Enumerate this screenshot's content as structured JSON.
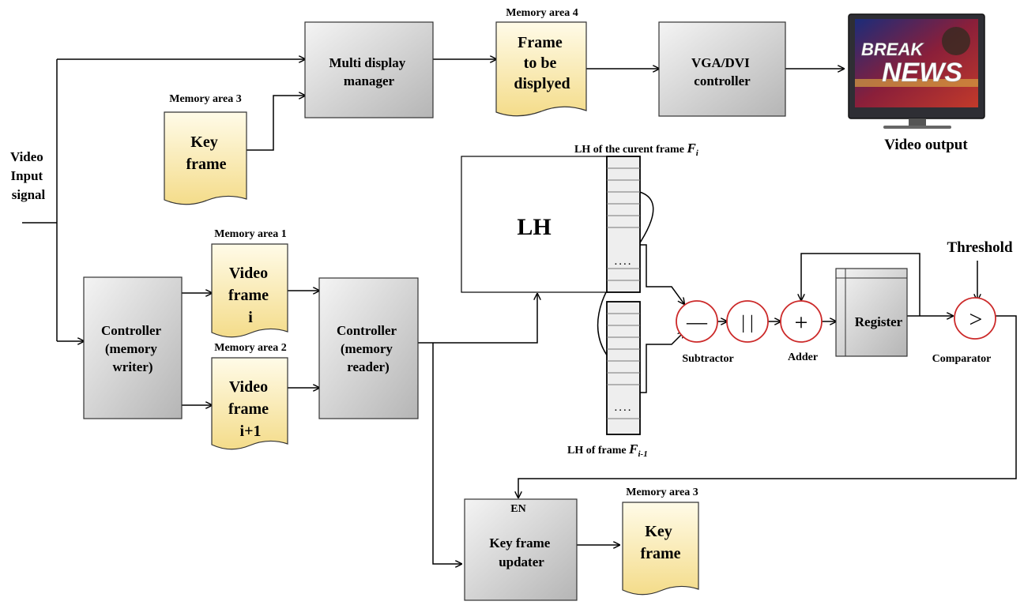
{
  "input": {
    "line1": "Video",
    "line2": "Input",
    "line3": "signal"
  },
  "blocks": {
    "multi_display": {
      "line1": "Multi display",
      "line2": "manager"
    },
    "vga": {
      "line1": "VGA/DVI",
      "line2": "controller"
    },
    "mem_writer": {
      "line1": "Controller",
      "line2": "(memory",
      "line3": "writer)"
    },
    "mem_reader": {
      "line1": "Controller",
      "line2": "(memory",
      "line3": "reader)"
    },
    "lh": {
      "label": "LH"
    },
    "register": {
      "label": "Register"
    },
    "key_updater": {
      "en": "EN",
      "line1": "Key frame",
      "line2": "updater"
    }
  },
  "memory": {
    "area4": {
      "caption": "Memory area 4",
      "line1": "Frame",
      "line2": "to be",
      "line3": "displyed"
    },
    "area3_top": {
      "caption": "Memory area 3",
      "line1": "Key",
      "line2": "frame"
    },
    "area1": {
      "caption": "Memory area 1",
      "line1": "Video",
      "line2": "frame",
      "line3": "i"
    },
    "area2": {
      "caption": "Memory area 2",
      "line1": "Video",
      "line2": "frame",
      "line3": "i+1"
    },
    "area3_bottom": {
      "caption": "Memory area 3",
      "line1": "Key",
      "line2": "frame"
    }
  },
  "histograms": {
    "current": {
      "caption": "LH of  the curent frame ",
      "var": "F",
      "sub": "i",
      "dots": "...."
    },
    "previous": {
      "caption": "LH of  frame ",
      "var": "F",
      "sub": "i-1",
      "dots": "...."
    }
  },
  "operators": {
    "subtractor": {
      "symbol": "—",
      "label": "Subtractor"
    },
    "abs": {
      "symbol": "| |"
    },
    "adder": {
      "symbol": "+",
      "label": "Adder"
    },
    "comparator": {
      "symbol": ">",
      "label": "Comparator"
    }
  },
  "threshold": "Threshold",
  "monitor": {
    "word1": "BREAK",
    "word2": "NEWS"
  },
  "output": "Video output",
  "colors": {
    "box_top": "#f2f2f2",
    "box_bottom": "#b8b8b8",
    "note_top": "#fffbe6",
    "note_bottom": "#f5df90",
    "operator": "#cc2a2a"
  }
}
